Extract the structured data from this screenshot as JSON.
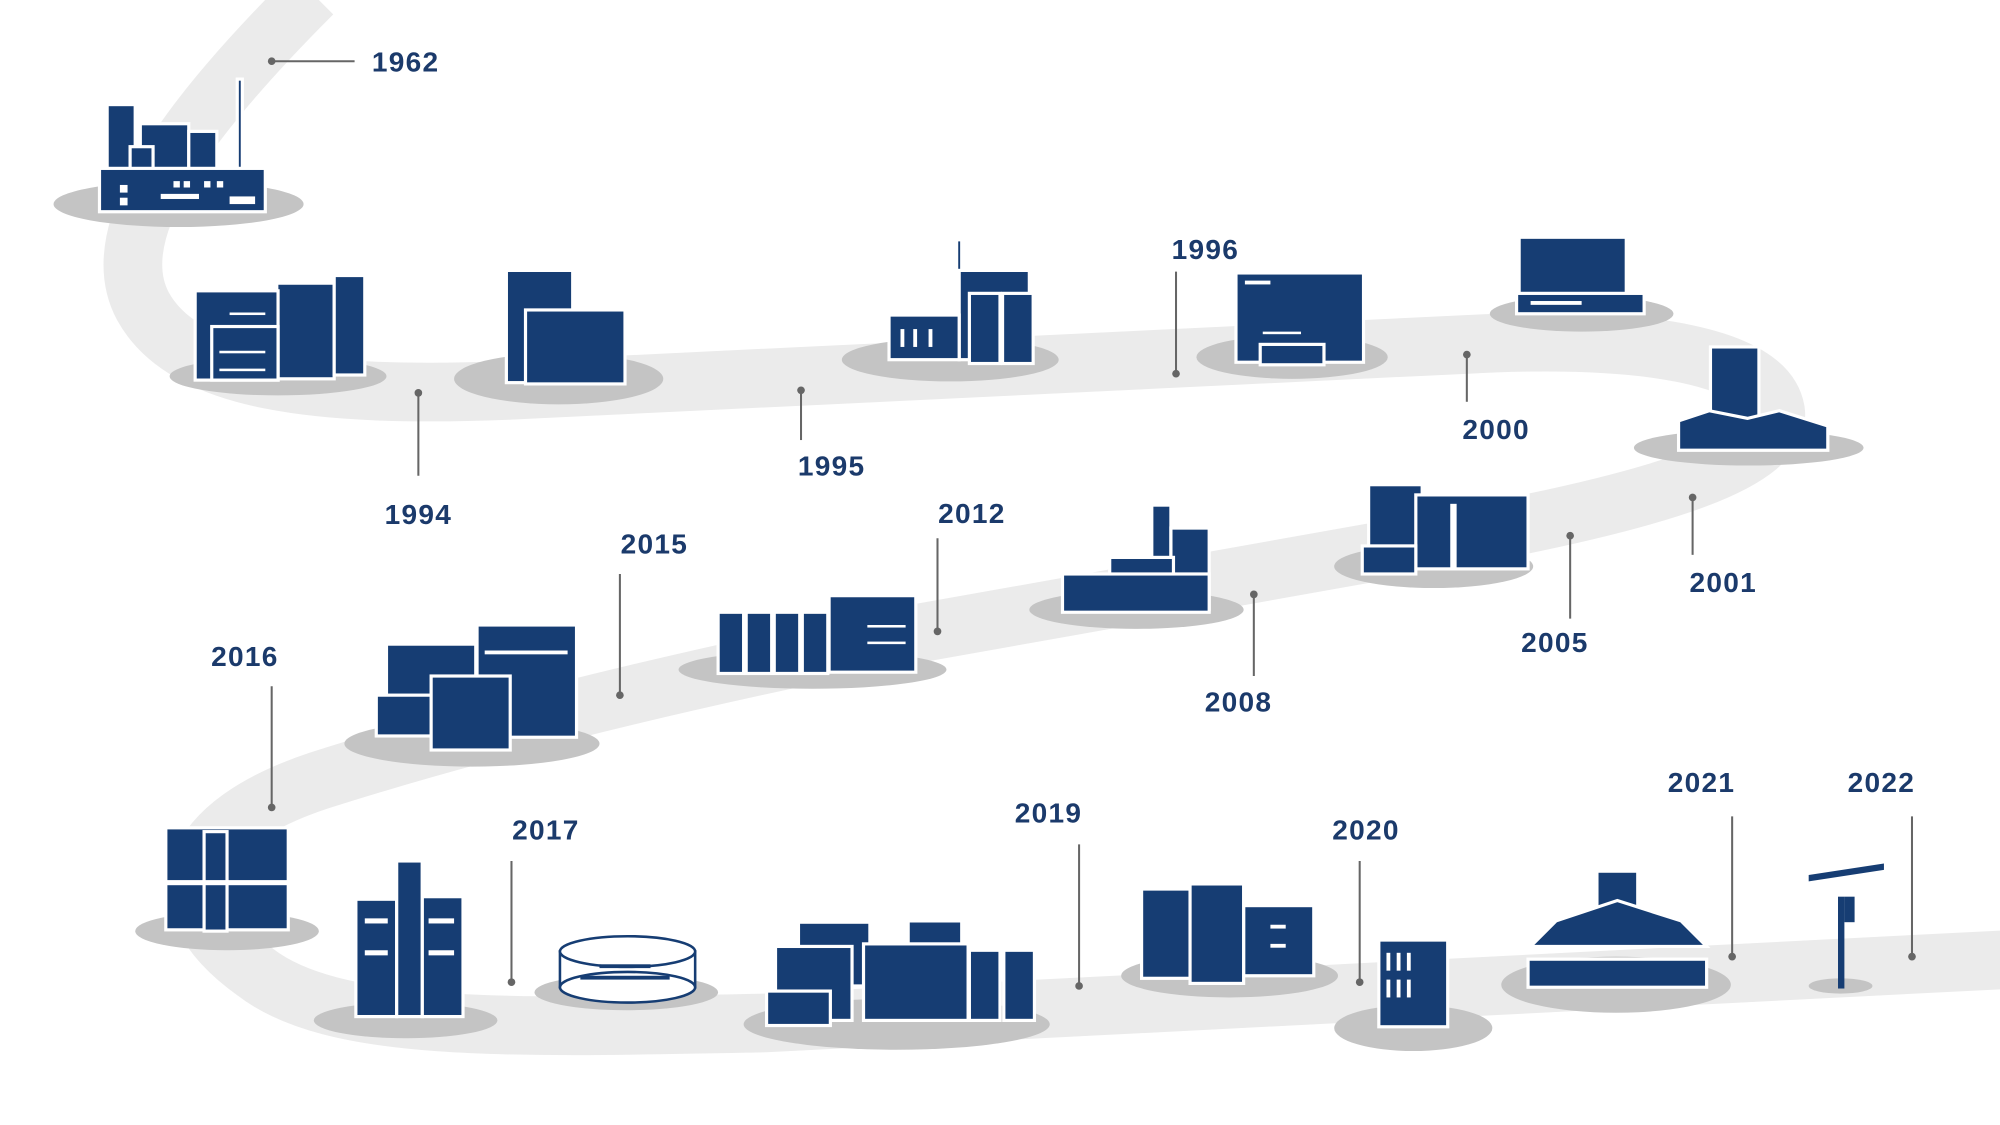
{
  "colors": {
    "building": "#163d73",
    "label": "#1b3a6b",
    "road": "#ebebeb",
    "shadow": "#c4c4c4",
    "connector": "#666666"
  },
  "milestones": [
    {
      "year": "1962",
      "icon": "factory-icon"
    },
    {
      "year": "1994",
      "icon": "plant-with-silos-icon"
    },
    {
      "year": "1995",
      "icon": "plant-with-chimney-icon"
    },
    {
      "year": "1996",
      "icon": "production-hall-icon"
    },
    {
      "year": "2000",
      "icon": "warehouse-icon"
    },
    {
      "year": "2001",
      "icon": "tower-hall-icon"
    },
    {
      "year": "2005",
      "icon": "office-building-icon"
    },
    {
      "year": "2008",
      "icon": "stepped-building-icon"
    },
    {
      "year": "2012",
      "icon": "tank-farm-icon"
    },
    {
      "year": "2015",
      "icon": "building-complex-icon"
    },
    {
      "year": "2016",
      "icon": "block-building-icon"
    },
    {
      "year": "2017",
      "icon": "fish-tank-icon"
    },
    {
      "year": "2019",
      "icon": "industrial-complex-icon"
    },
    {
      "year": "2020",
      "icon": "office-tower-icon"
    },
    {
      "year": "2021",
      "icon": "roofed-hall-icon"
    },
    {
      "year": "2022",
      "icon": "crane-icon"
    }
  ]
}
